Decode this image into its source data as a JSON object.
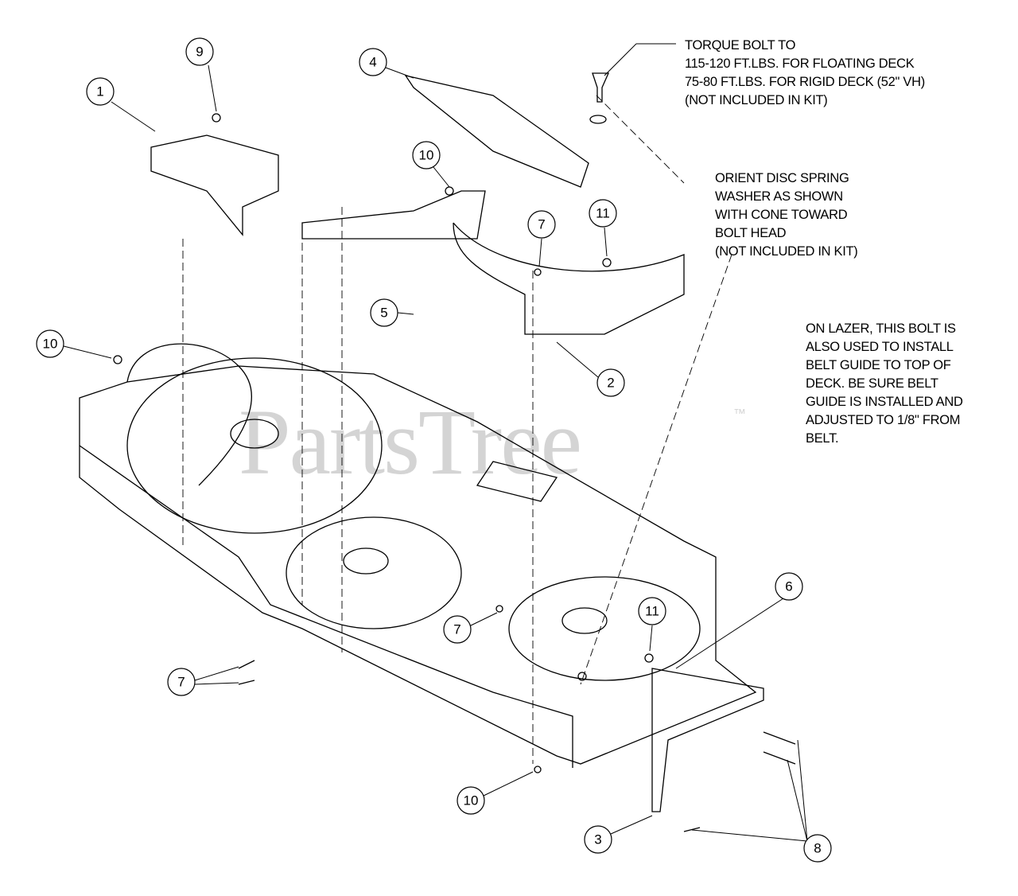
{
  "watermark": {
    "text": "PartsTree",
    "trademark": "™"
  },
  "notes": {
    "torque": "TORQUE BOLT TO\n115-120 FT.LBS. FOR FLOATING DECK\n75-80 FT.LBS. FOR RIGID DECK (52\" VH)\n(NOT INCLUDED IN KIT)",
    "washer": "ORIENT DISC SPRING\nWASHER AS SHOWN\nWITH CONE TOWARD\nBOLT HEAD\n(NOT INCLUDED IN KIT)",
    "lazer": "ON LAZER, THIS BOLT IS\nALSO USED TO INSTALL\nBELT GUIDE TO TOP OF\nDECK. BE SURE BELT\nGUIDE IS INSTALLED AND\nADJUSTED TO 1/8\" FROM\nBELT."
  },
  "callouts": [
    {
      "label": "9"
    },
    {
      "label": "1"
    },
    {
      "label": "4"
    },
    {
      "label": "10"
    },
    {
      "label": "7"
    },
    {
      "label": "11"
    },
    {
      "label": "5"
    },
    {
      "label": "10"
    },
    {
      "label": "2"
    },
    {
      "label": "6"
    },
    {
      "label": "11"
    },
    {
      "label": "7"
    },
    {
      "label": "7"
    },
    {
      "label": "10"
    },
    {
      "label": "3"
    },
    {
      "label": "8"
    }
  ]
}
